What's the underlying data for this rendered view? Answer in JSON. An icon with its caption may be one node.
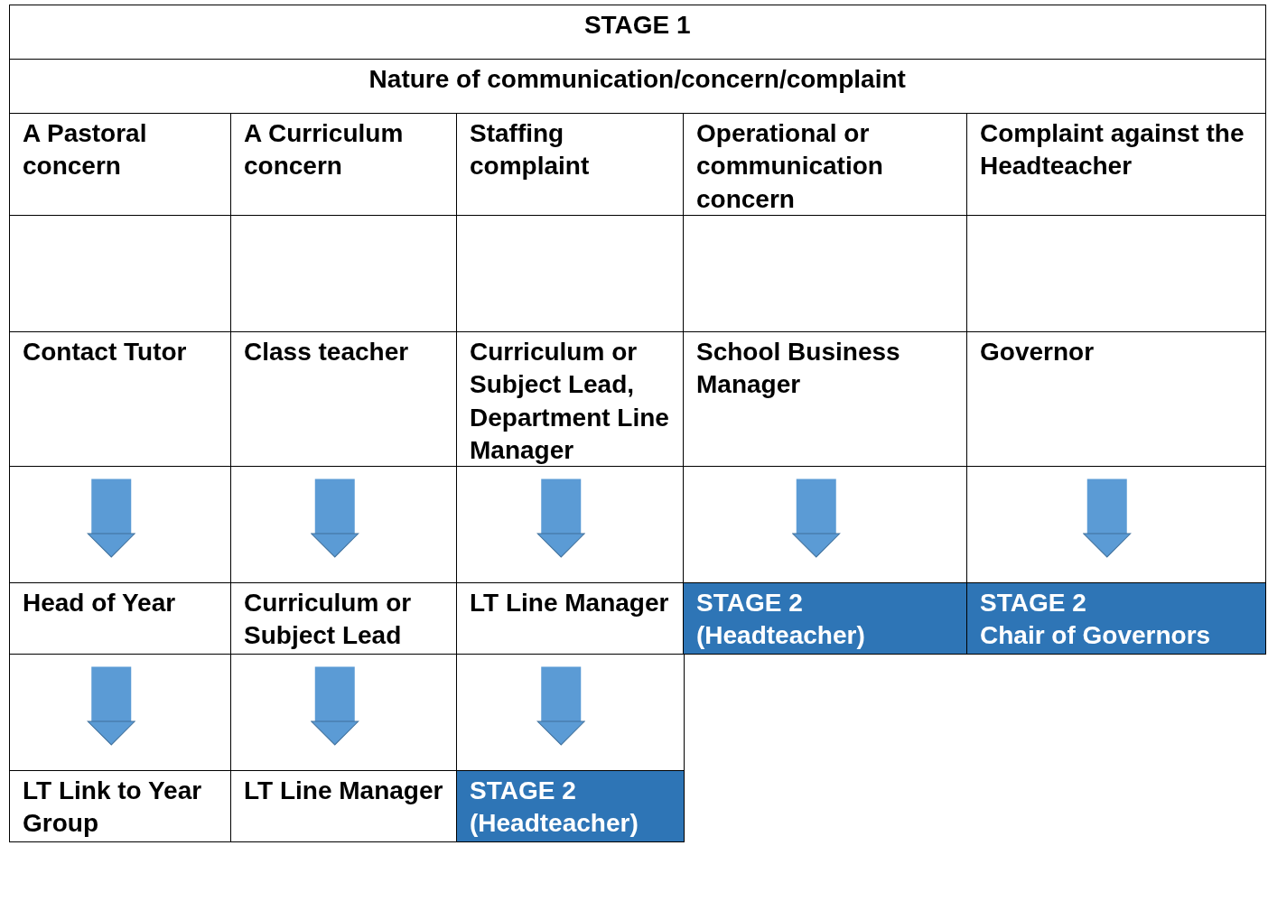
{
  "diagram": {
    "nodes": [
      {
        "text": [
          "STAGE 1"
        ]
      },
      {
        "text": [
          "Nature of communication/concern/complaint"
        ]
      },
      {
        "text": [
          "A Pastoral concern"
        ]
      },
      {
        "text": [
          "A Curriculum concern"
        ]
      },
      {
        "text": [
          "Staffing complaint"
        ]
      },
      {
        "text": [
          "Operational or communication concern"
        ]
      },
      {
        "text": [
          "Complaint against the Headteacher"
        ]
      },
      {
        "text": [
          "Contact Tutor"
        ]
      },
      {
        "text": [
          "Class teacher"
        ]
      },
      {
        "text": [
          "Curriculum or Subject Lead, Department Line Manager"
        ]
      },
      {
        "text": [
          "School Business Manager"
        ]
      },
      {
        "text": [
          "Governor"
        ]
      },
      {
        "text": [
          "Head of Year"
        ]
      },
      {
        "text": [
          "Curriculum or Subject Lead"
        ]
      },
      {
        "text": [
          "LT Line Manager"
        ]
      },
      {
        "text": [
          "STAGE 2",
          "(Headteacher)"
        ]
      },
      {
        "text": [
          "STAGE 2",
          "Chair of Governors"
        ]
      },
      {
        "text": [
          "LT Link to Year Group"
        ]
      },
      {
        "text": [
          "LT Line Manager"
        ]
      },
      {
        "text": [
          "STAGE 2",
          "(Headteacher)"
        ]
      }
    ],
    "edges": [
      {
        "from": 7,
        "to": 12,
        "arrow": "to"
      },
      {
        "from": 8,
        "to": 13,
        "arrow": "to"
      },
      {
        "from": 9,
        "to": 14,
        "arrow": "to"
      },
      {
        "from": 10,
        "to": 15,
        "arrow": "to"
      },
      {
        "from": 11,
        "to": 16,
        "arrow": "to"
      },
      {
        "from": 12,
        "to": 17,
        "arrow": "to"
      },
      {
        "from": 13,
        "to": 18,
        "arrow": "to"
      },
      {
        "from": 14,
        "to": 19,
        "arrow": "to"
      }
    ]
  }
}
